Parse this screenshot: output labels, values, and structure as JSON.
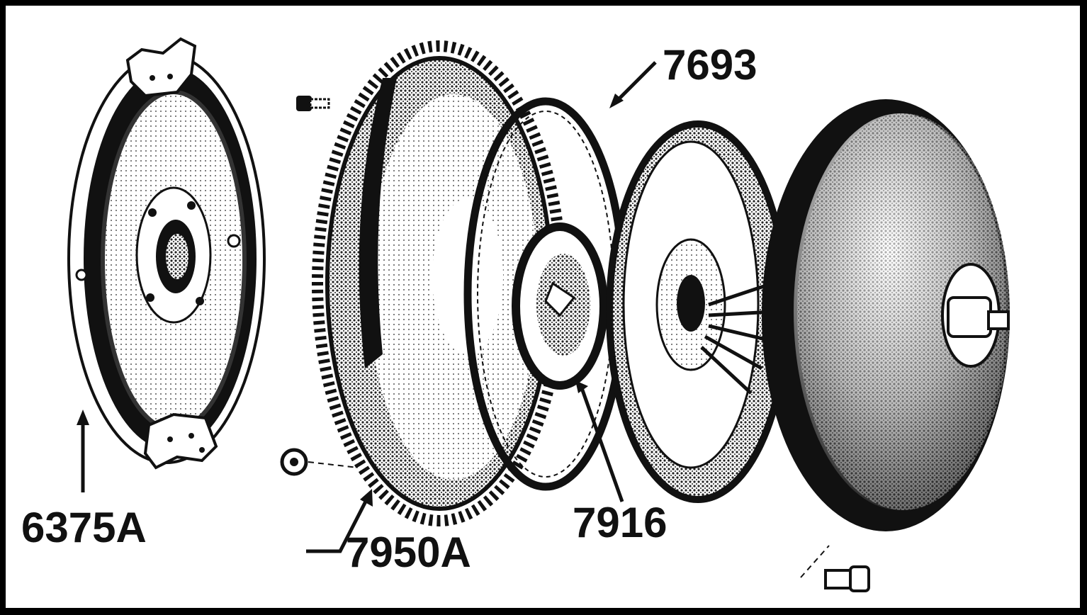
{
  "diagram": {
    "callouts": [
      {
        "id": "p1",
        "label": "6375A"
      },
      {
        "id": "p2",
        "label": "7950A"
      },
      {
        "id": "p3",
        "label": "7693"
      },
      {
        "id": "p4",
        "label": "7916"
      }
    ],
    "colors": {
      "ink": "#111111",
      "paper": "#ffffff",
      "frame": "#000000"
    }
  }
}
